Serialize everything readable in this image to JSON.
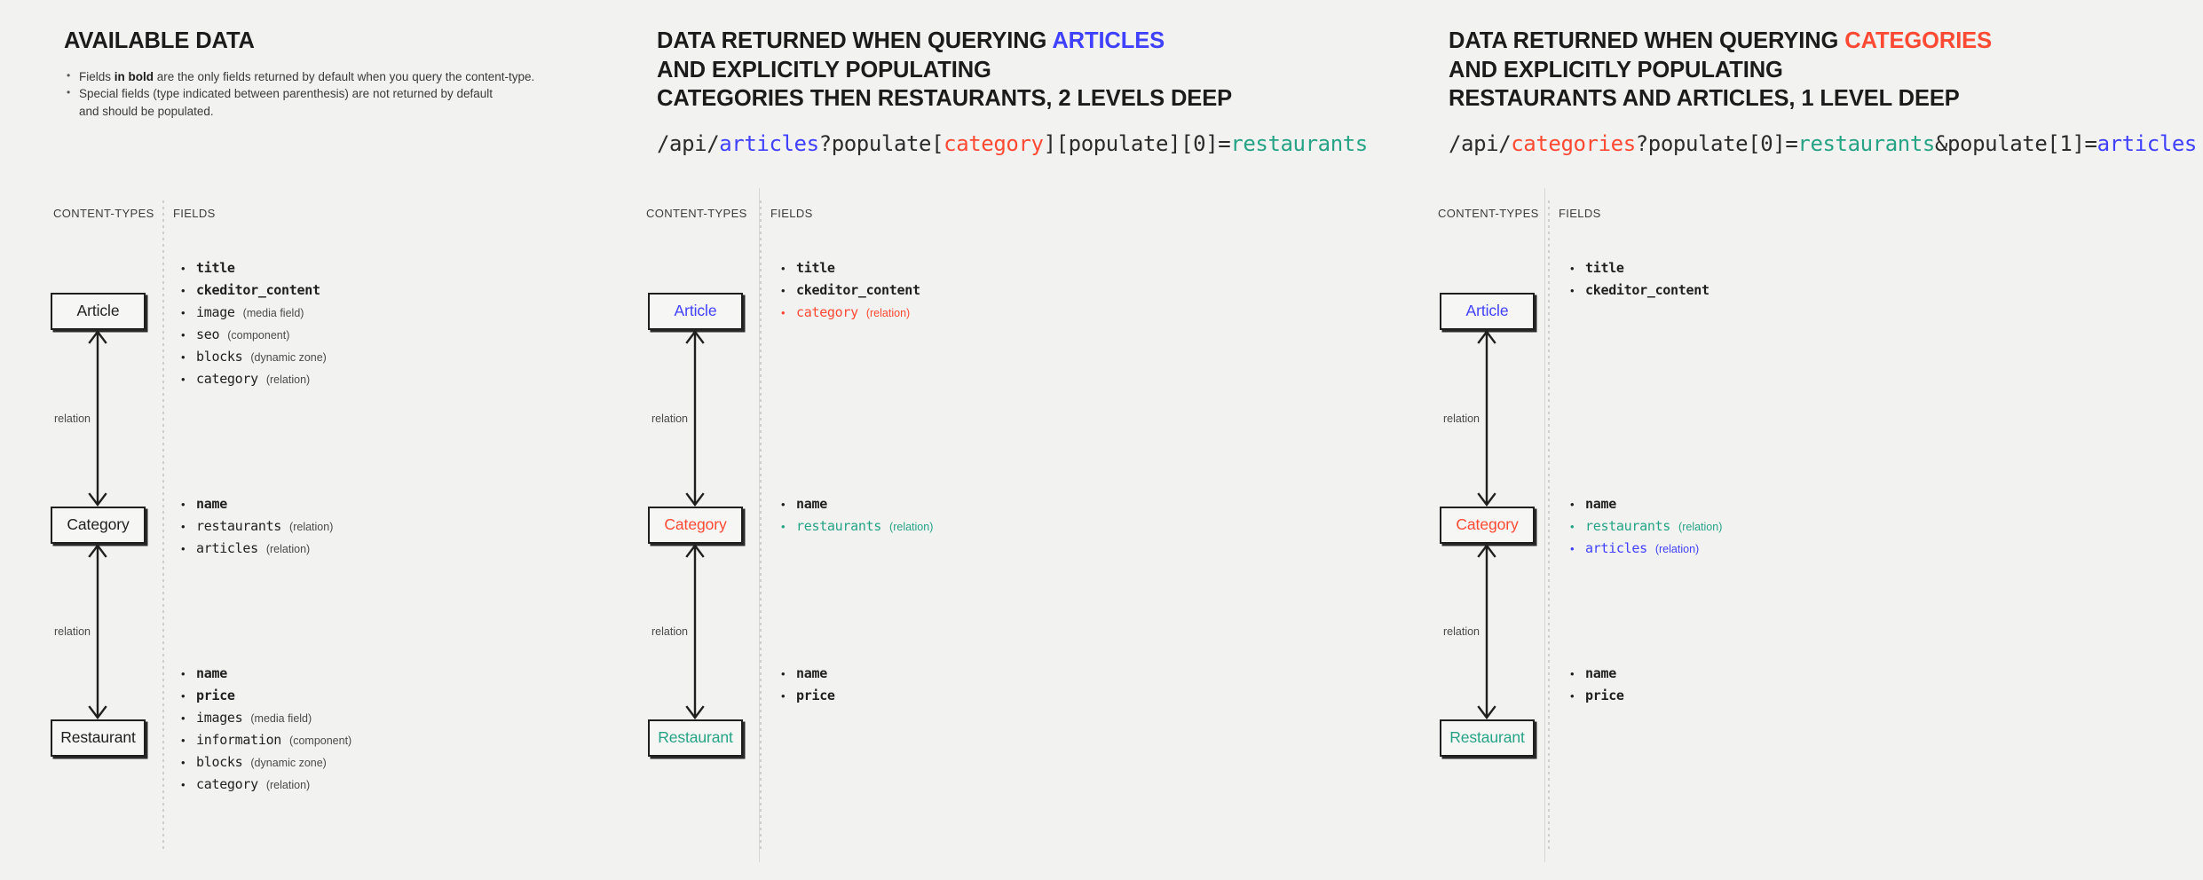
{
  "colors": {
    "background": "#f2f2f1",
    "ink": "#1f1f1f",
    "articles_blue": "#4040ff",
    "categories_red": "#ff4a33",
    "restaurants_teal": "#26a384",
    "divider": "#d6d6d4"
  },
  "labels": {
    "content_types": "CONTENT-TYPES",
    "fields": "FIELDS",
    "relation": "relation"
  },
  "panels": [
    {
      "id": "available-data",
      "title_lines": [
        "AVAILABLE DATA"
      ],
      "notes": [
        {
          "pre": "Fields ",
          "bold": "in bold",
          "post": " are the only fields returned by default when you query the content-type."
        },
        {
          "pre": "Special fields (type indicated between parenthesis) are not returned by default",
          "bold": "",
          "post": "",
          "cont": "and should be populated."
        }
      ],
      "url": null,
      "entities": [
        {
          "name": "Article",
          "color": "default",
          "fields": [
            {
              "name": "title",
              "type": "",
              "bold": true,
              "color": "default"
            },
            {
              "name": "ckeditor_content",
              "type": "",
              "bold": true,
              "color": "default"
            },
            {
              "name": "image",
              "type": "(media field)",
              "bold": false,
              "color": "default"
            },
            {
              "name": "seo",
              "type": "(component)",
              "bold": false,
              "color": "default"
            },
            {
              "name": "blocks",
              "type": "(dynamic zone)",
              "bold": false,
              "color": "default"
            },
            {
              "name": "category",
              "type": "(relation)",
              "bold": false,
              "color": "default"
            }
          ]
        },
        {
          "name": "Category",
          "color": "default",
          "fields": [
            {
              "name": "name",
              "type": "",
              "bold": true,
              "color": "default"
            },
            {
              "name": "restaurants",
              "type": "(relation)",
              "bold": false,
              "color": "default"
            },
            {
              "name": "articles",
              "type": "(relation)",
              "bold": false,
              "color": "default"
            }
          ]
        },
        {
          "name": "Restaurant",
          "color": "default",
          "fields": [
            {
              "name": "name",
              "type": "",
              "bold": true,
              "color": "default"
            },
            {
              "name": "price",
              "type": "",
              "bold": true,
              "color": "default"
            },
            {
              "name": "images",
              "type": "(media field)",
              "bold": false,
              "color": "default"
            },
            {
              "name": "information",
              "type": "(component)",
              "bold": false,
              "color": "default"
            },
            {
              "name": "blocks",
              "type": "(dynamic zone)",
              "bold": false,
              "color": "default"
            },
            {
              "name": "category",
              "type": "(relation)",
              "bold": false,
              "color": "default"
            }
          ]
        }
      ]
    },
    {
      "id": "query-articles",
      "title_lines": [
        {
          "text": "DATA RETURNED WHEN QUERYING ",
          "accent": "ARTICLES",
          "accent_color": "blue"
        },
        {
          "text": "AND EXPLICITLY POPULATING",
          "accent": "",
          "accent_color": ""
        },
        {
          "text": "CATEGORIES THEN RESTAURANTS, 2 LEVELS DEEP",
          "accent": "",
          "accent_color": ""
        }
      ],
      "notes": [],
      "url_parts": [
        {
          "t": "/api/",
          "c": "plain"
        },
        {
          "t": "articles",
          "c": "blue"
        },
        {
          "t": "?populate[",
          "c": "plain"
        },
        {
          "t": "category",
          "c": "red"
        },
        {
          "t": "][populate][0]=",
          "c": "plain"
        },
        {
          "t": "restaurants",
          "c": "teal"
        }
      ],
      "entities": [
        {
          "name": "Article",
          "color": "blue",
          "fields": [
            {
              "name": "title",
              "type": "",
              "bold": true,
              "color": "default"
            },
            {
              "name": "ckeditor_content",
              "type": "",
              "bold": true,
              "color": "default"
            },
            {
              "name": "category",
              "type": "(relation)",
              "bold": false,
              "color": "red"
            }
          ]
        },
        {
          "name": "Category",
          "color": "red",
          "fields": [
            {
              "name": "name",
              "type": "",
              "bold": true,
              "color": "default"
            },
            {
              "name": "restaurants",
              "type": "(relation)",
              "bold": false,
              "color": "teal"
            }
          ]
        },
        {
          "name": "Restaurant",
          "color": "teal",
          "fields": [
            {
              "name": "name",
              "type": "",
              "bold": true,
              "color": "default"
            },
            {
              "name": "price",
              "type": "",
              "bold": true,
              "color": "default"
            }
          ]
        }
      ]
    },
    {
      "id": "query-categories",
      "title_lines": [
        {
          "text": "DATA RETURNED WHEN QUERYING ",
          "accent": "CATEGORIES",
          "accent_color": "red"
        },
        {
          "text": "AND EXPLICITLY POPULATING",
          "accent": "",
          "accent_color": ""
        },
        {
          "text": "RESTAURANTS AND ARTICLES, 1 LEVEL DEEP",
          "accent": "",
          "accent_color": ""
        }
      ],
      "notes": [],
      "url_parts": [
        {
          "t": "/api/",
          "c": "plain"
        },
        {
          "t": "categories",
          "c": "red"
        },
        {
          "t": "?populate[0]=",
          "c": "plain"
        },
        {
          "t": "restaurants",
          "c": "teal"
        },
        {
          "t": "&populate[1]=",
          "c": "plain"
        },
        {
          "t": "articles",
          "c": "blue"
        }
      ],
      "entities": [
        {
          "name": "Article",
          "color": "blue",
          "fields": [
            {
              "name": "title",
              "type": "",
              "bold": true,
              "color": "default"
            },
            {
              "name": "ckeditor_content",
              "type": "",
              "bold": true,
              "color": "default"
            }
          ]
        },
        {
          "name": "Category",
          "color": "red",
          "fields": [
            {
              "name": "name",
              "type": "",
              "bold": true,
              "color": "default"
            },
            {
              "name": "restaurants",
              "type": "(relation)",
              "bold": false,
              "color": "teal"
            },
            {
              "name": "articles",
              "type": "(relation)",
              "bold": false,
              "color": "blue"
            }
          ]
        },
        {
          "name": "Restaurant",
          "color": "teal",
          "fields": [
            {
              "name": "name",
              "type": "",
              "bold": true,
              "color": "default"
            },
            {
              "name": "price",
              "type": "",
              "bold": true,
              "color": "default"
            }
          ]
        }
      ]
    }
  ]
}
